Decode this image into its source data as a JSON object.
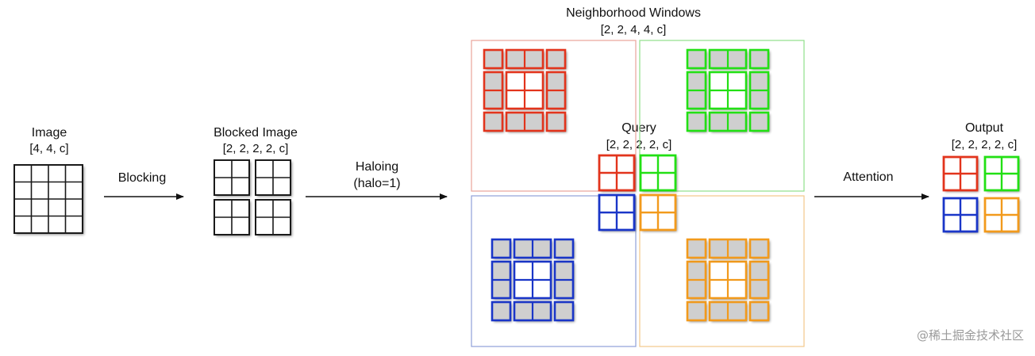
{
  "labels": {
    "image_title": "Image",
    "image_shape": "[4, 4, c]",
    "blocking": "Blocking",
    "blocked_title": "Blocked Image",
    "blocked_shape": "[2, 2, 2, 2, c]",
    "haloing": "Haloing",
    "halo_param": "(halo=1)",
    "neighborhood_title": "Neighborhood Windows",
    "neighborhood_shape": "[2, 2, 4, 4, c]",
    "query_title": "Query",
    "query_shape": "[2, 2, 2, 2, c]",
    "attention": "Attention",
    "output_title": "Output",
    "output_shape": "[2, 2, 2, 2, c]"
  },
  "watermark": "@稀土掘金技术社区",
  "colors": {
    "red": "#e2341c",
    "green": "#22e014",
    "blue": "#1a36c8",
    "orange": "#f29a1c",
    "grid": "#1a1a1a",
    "halo_fill": "#cfcfcf",
    "frame_red": "#e8a39a",
    "frame_green": "#8fe08a",
    "frame_blue": "#8fa0d8",
    "frame_orange": "#f2c88a"
  }
}
